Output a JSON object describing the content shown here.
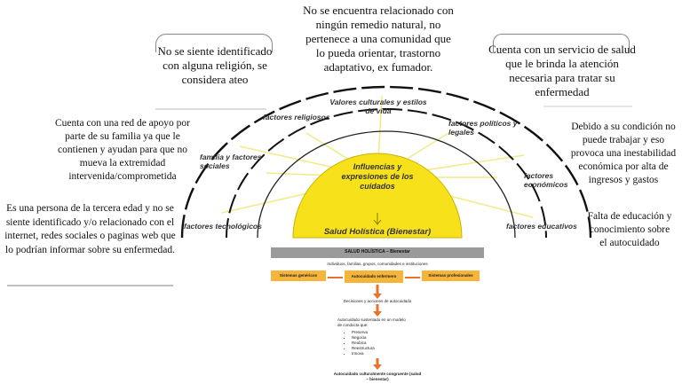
{
  "notes": {
    "top_center": "No se encuentra relacionado con ningún remedio natural, no pertenece a una comunidad que lo pueda orientar, trastorno adaptativo, ex fumador.",
    "top_left": "No se siente identificado con alguna religión, se considera ateo",
    "top_right": "Cuenta con un servicio de salud que le brinda la atención necesaria para tratar su enfermedad",
    "left_family": "Cuenta con una red de apoyo por parte de su familia ya que le contienen y ayudan para que no mueva la extremidad intervenida/comprometida",
    "left_tech": "Es una persona de la tercera edad y no se siente identificado y/o relacionado con el internet, redes sociales o paginas web que lo podrían informar sobre su enfermedad.",
    "right_econ": "Debido a su condición no puede trabajar y eso provoca una inestabilidad económica por alta de ingresos y gastos",
    "right_edu": "Falta de educación y conocimiento sobre el autocuidado"
  },
  "diagram": {
    "factors": {
      "cultural": "Valores culturales y estilos de vida",
      "religious": "factores religiosos",
      "political": "factores políticos y legales",
      "family": "familia y factores sociales",
      "economic": "factores económicos",
      "technological": "factores tecnológicos",
      "educational": "factores educativos"
    },
    "center": "Influencias y expresiones de los cuidados",
    "base": "Salud Holística (Bienestar)"
  },
  "model": {
    "header": "SALUD HOLÍSTICA – Bienestar",
    "subheader": "Individuos, familias, grupos, comunidades e instituciones",
    "left_box": "Sistemas genéricos",
    "center_box": "Autocuidado enfermero",
    "right_box": "Sistemas profesionales",
    "decisions": "Decisiones y acciones de autocuidado",
    "sustained": "Autocuidado sustentado en un modelo de conducta que:",
    "items": [
      "Preserva",
      "Negocia",
      "Reubica",
      "Reestructura",
      "Innova"
    ],
    "footer": "Autocuidado culturalmente congruente (salud – bienestar)"
  },
  "colors": {
    "sun": "#f7e11a",
    "sun_edge": "#c9b400",
    "orange": "#f5b43a",
    "arrow": "#e8722a",
    "header": "#9a9a9a"
  }
}
